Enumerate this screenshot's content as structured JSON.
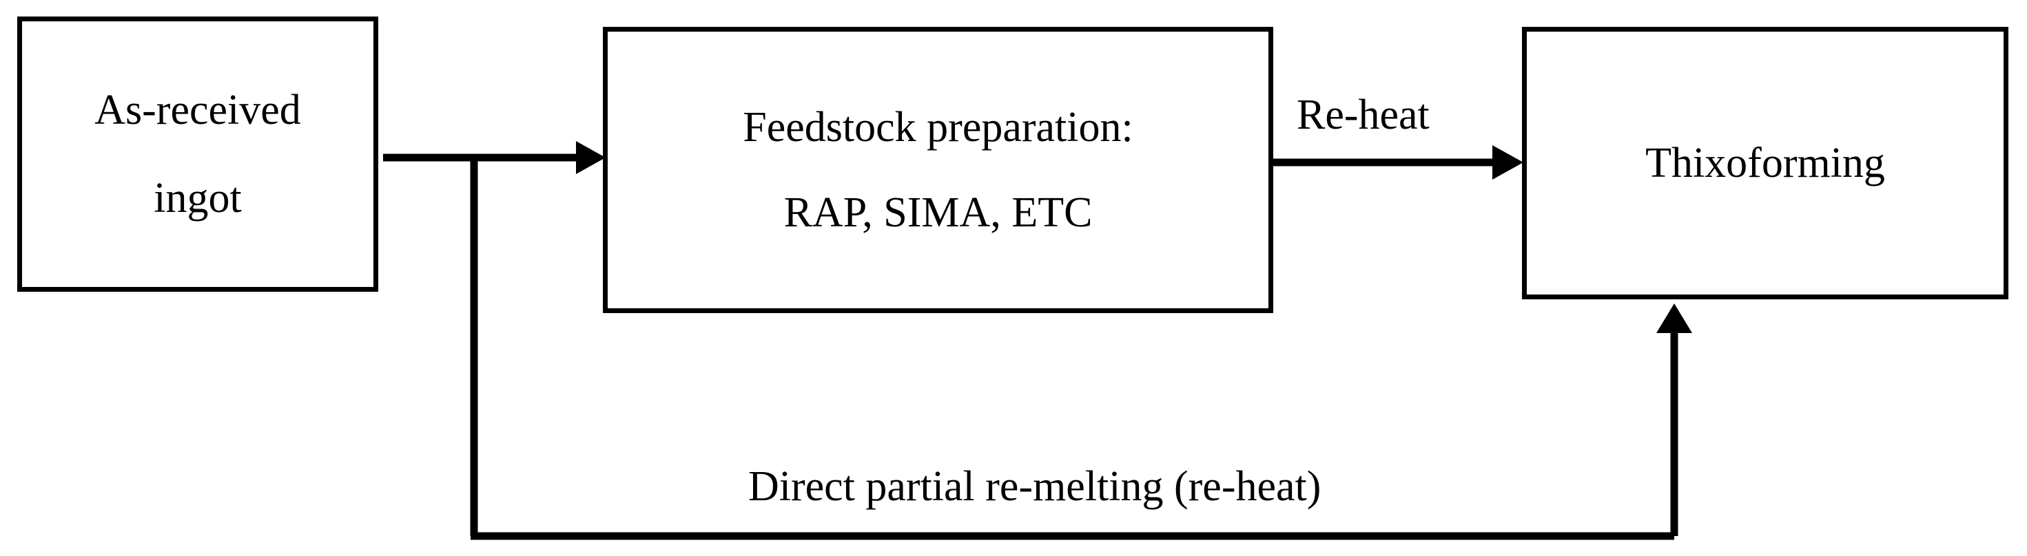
{
  "diagram": {
    "title": "Thixoforming routes flowchart",
    "colors": {
      "stroke": "#000000",
      "background": "#ffffff",
      "text": "#000000"
    },
    "nodes": [
      {
        "id": "as-received-ingot",
        "line1": "As-received",
        "line2": "ingot"
      },
      {
        "id": "feedstock-preparation",
        "line1": "Feedstock preparation:",
        "line2": "RAP, SIMA, ETC"
      },
      {
        "id": "thixoforming",
        "line1": "Thixoforming",
        "line2": ""
      }
    ],
    "edges": [
      {
        "id": "ingot-to-feedstock",
        "label": "",
        "from": "as-received-ingot",
        "to": "feedstock-preparation",
        "direction": "right"
      },
      {
        "id": "feedstock-to-thixoforming",
        "label": "Re-heat",
        "from": "feedstock-preparation",
        "to": "thixoforming",
        "direction": "right"
      },
      {
        "id": "ingot-to-thixoforming-bypass",
        "label": "Direct partial re-melting (re-heat)",
        "from": "as-received-ingot",
        "to": "thixoforming",
        "direction": "up"
      }
    ]
  }
}
